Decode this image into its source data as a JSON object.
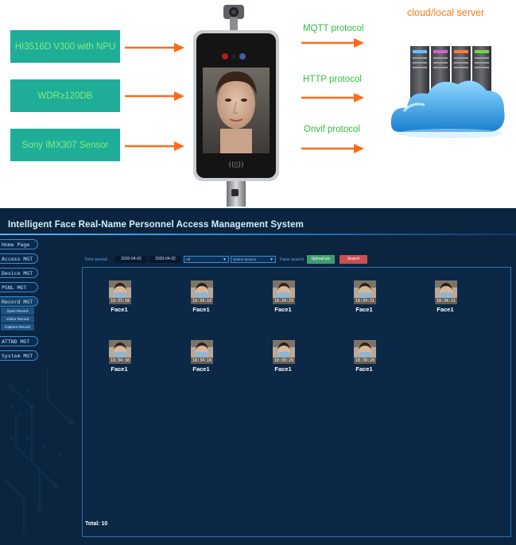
{
  "diagram": {
    "specs": [
      "HI3516D V300 with NPU",
      "WDR≥120DB",
      "Sony IMX307 Sensor"
    ],
    "protocols": [
      "MQTT protocol",
      "HTTP  protocol",
      "Onvif  protocol"
    ],
    "server_title": "cloud/local server",
    "colors": {
      "spec_box": "#20ad98",
      "spec_text": "#7cf07a",
      "arrow": "#ff6a1a",
      "protocol_text": "#2fc13a",
      "server_title": "#ff7d1a"
    }
  },
  "app": {
    "title": "Intelligent Face Real-Name Personnel Access Management System",
    "nav": [
      {
        "label": "Home Page",
        "icon": "home-icon"
      },
      {
        "label": "Access MGT",
        "icon": "access-icon"
      },
      {
        "label": "Device MGT",
        "icon": "device-icon"
      },
      {
        "label": "PSNL MGT",
        "icon": "personnel-icon"
      },
      {
        "label": "Record MGT",
        "icon": "record-icon"
      },
      {
        "label": "ATTND MGT",
        "icon": "attendance-icon"
      },
      {
        "label": "System MGT",
        "icon": "system-icon"
      }
    ],
    "record_subnav": [
      "Open Record",
      "Visitor Record",
      "Capture Record"
    ],
    "toolbar": {
      "time_period_label": "Time period",
      "date_from": "2020-04-02",
      "date_to": "2020-04-02",
      "filter_value": "All",
      "device_value": "Select Device",
      "face_search_label": "Face search",
      "upload_label": "Upload pic",
      "search_label": "Search"
    },
    "faces": [
      {
        "time": "18:33:58",
        "label": "Face1"
      },
      {
        "time": "18:34:19",
        "label": "Face1"
      },
      {
        "time": "18:34:29",
        "label": "Face1"
      },
      {
        "time": "18:34:31",
        "label": "Face1"
      },
      {
        "time": "18:34:31",
        "label": "Face1"
      },
      {
        "time": "18:34:38",
        "label": "Face1"
      },
      {
        "time": "18:34:10",
        "label": "Face1"
      },
      {
        "time": "18:39:20",
        "label": "Face1"
      },
      {
        "time": "18:39:20",
        "label": "Face1"
      }
    ],
    "total_label": "Total:  10",
    "colors": {
      "background": "#0b2540",
      "accent": "#3a8bd6",
      "upload_button": "#3f9e6e",
      "search_button": "#c9504f"
    }
  }
}
